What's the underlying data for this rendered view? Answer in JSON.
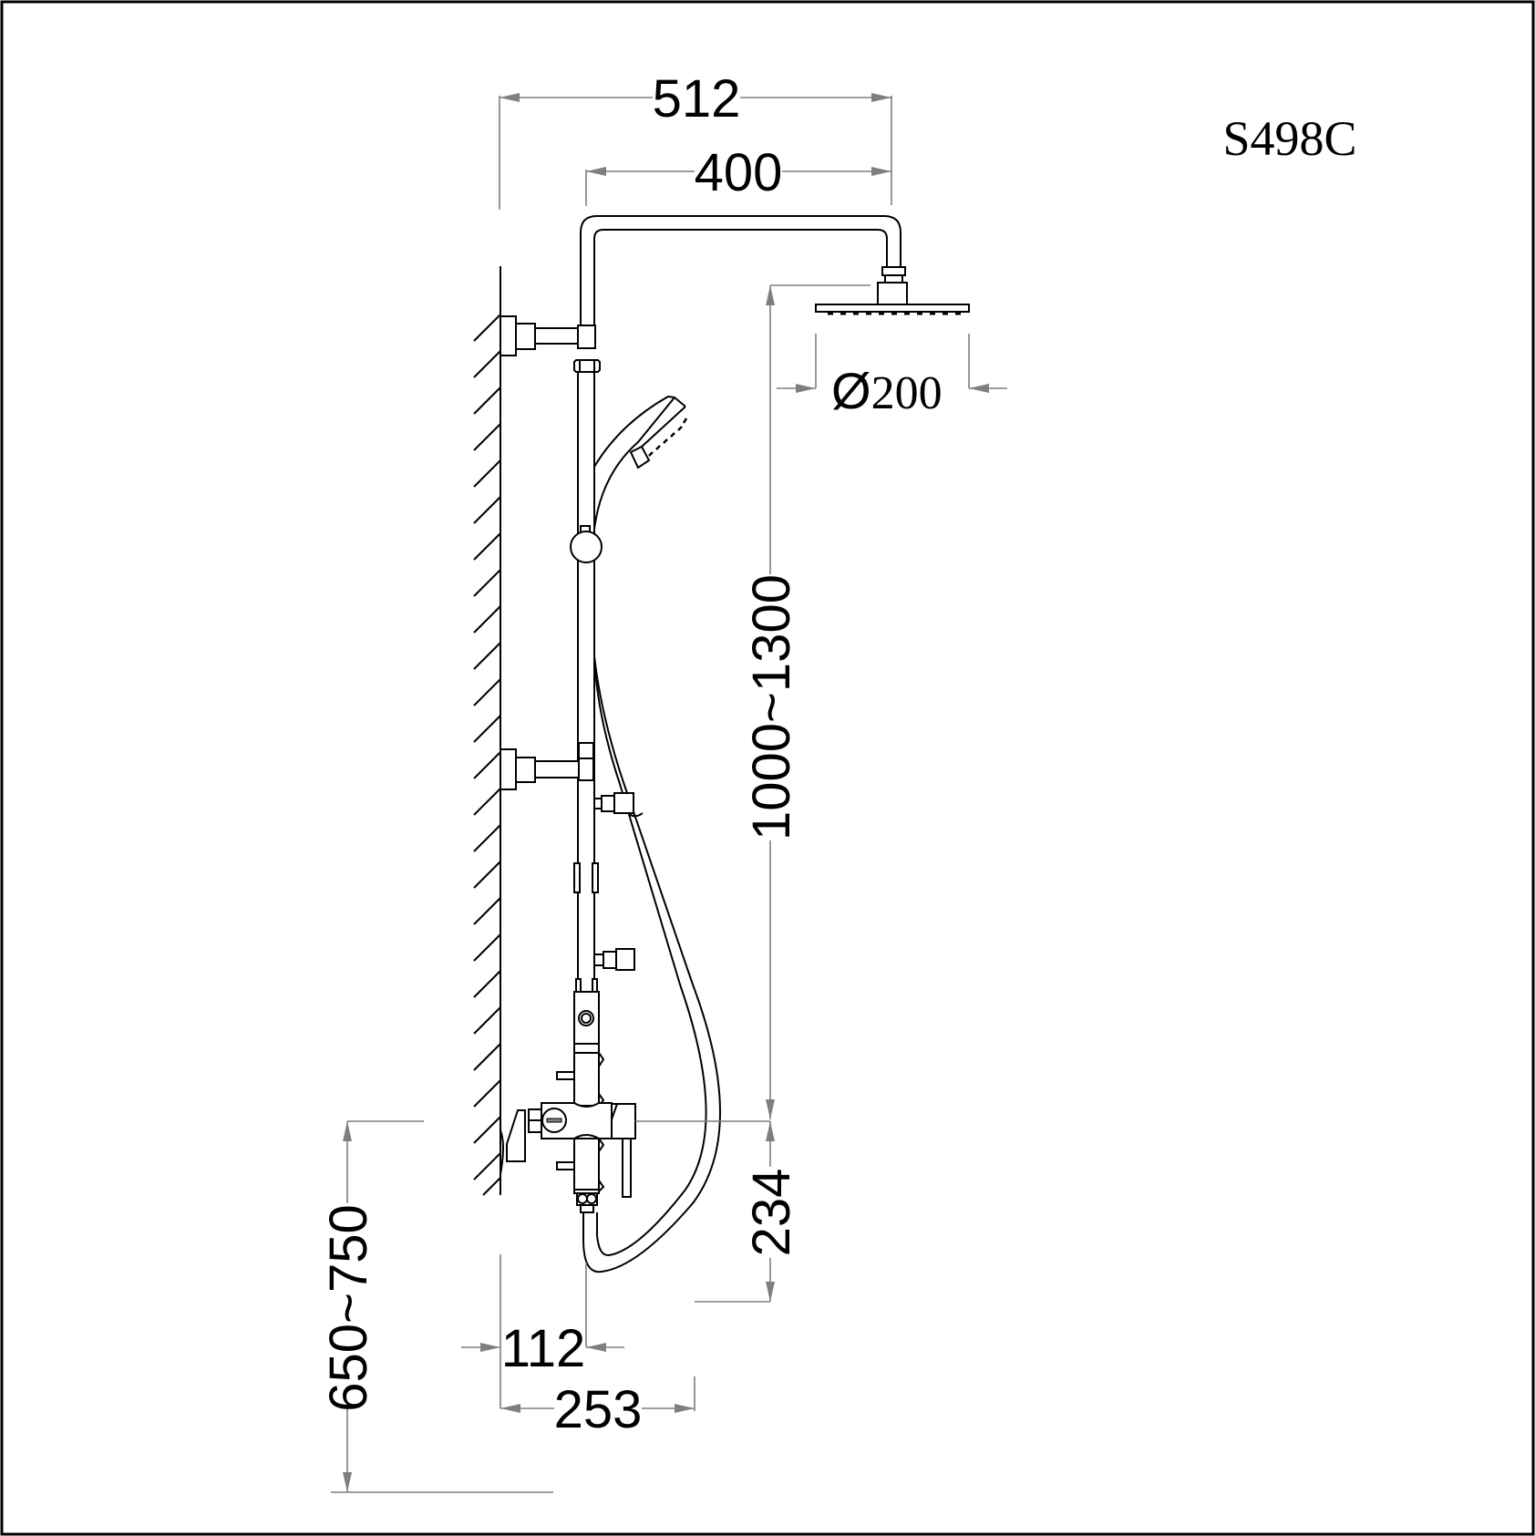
{
  "drawing": {
    "model_code": "S498C",
    "subject": "Exposed shower column with rain head, hand shower and wall mixer (side elevation)",
    "units": "mm"
  },
  "dimensions": {
    "total_projection": "512",
    "arm_reach": "400",
    "head_diameter_symbol": "Ø",
    "head_diameter_value": "200",
    "column_height": "1000~1300",
    "mixer_to_hose": "234",
    "mixer_height_from_floor": "650~750",
    "mixer_projection": "112",
    "hand_shower_projection": "253"
  },
  "colors": {
    "line": "#000000",
    "dimension_line": "#7f7f7f",
    "background": "#ffffff"
  }
}
